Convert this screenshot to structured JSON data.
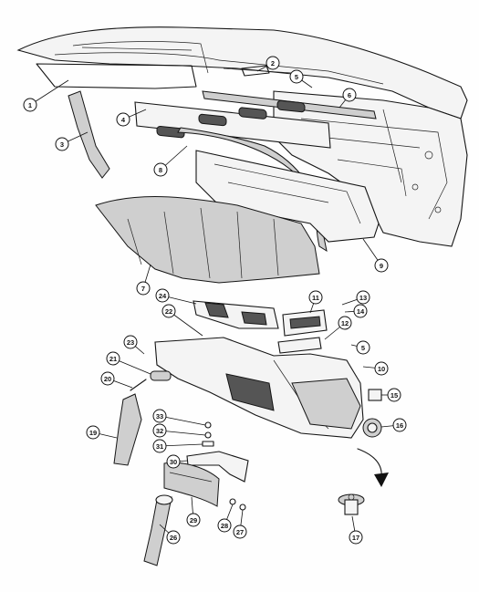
{
  "callouts": [
    {
      "label": "1"
    },
    {
      "label": "2"
    },
    {
      "label": "3"
    },
    {
      "label": "4"
    },
    {
      "label": "5"
    },
    {
      "label": "6"
    },
    {
      "label": "7"
    },
    {
      "label": "8"
    },
    {
      "label": "9"
    },
    {
      "label": "10"
    },
    {
      "label": "11"
    },
    {
      "label": "12"
    },
    {
      "label": "13"
    },
    {
      "label": "14"
    },
    {
      "label": "5"
    },
    {
      "label": "15"
    },
    {
      "label": "16"
    },
    {
      "label": "17"
    },
    {
      "label": "19"
    },
    {
      "label": "20"
    },
    {
      "label": "21"
    },
    {
      "label": "22"
    },
    {
      "label": "23"
    },
    {
      "label": "24"
    },
    {
      "label": "26"
    },
    {
      "label": "27"
    },
    {
      "label": "28"
    },
    {
      "label": "29"
    },
    {
      "label": "30"
    },
    {
      "label": "31"
    },
    {
      "label": "32"
    },
    {
      "label": "33"
    }
  ]
}
